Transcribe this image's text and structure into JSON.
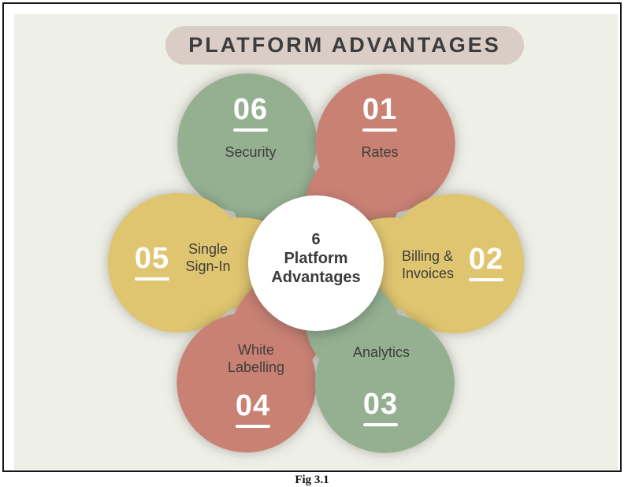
{
  "figure": {
    "title": "PLATFORM ADVANTAGES",
    "caption": "Fig 3.1",
    "center": {
      "count": "6",
      "line2": "Platform",
      "line3": "Advantages"
    },
    "petals": [
      {
        "number": "01",
        "label_lines": [
          "Rates"
        ],
        "color": "#C98174"
      },
      {
        "number": "02",
        "label_lines": [
          "Billing &",
          "Invoices"
        ],
        "color": "#DFC56F"
      },
      {
        "number": "03",
        "label_lines": [
          "Analytics"
        ],
        "color": "#94B091"
      },
      {
        "number": "04",
        "label_lines": [
          "White",
          "Labelling"
        ],
        "color": "#C98174"
      },
      {
        "number": "05",
        "label_lines": [
          "Single",
          "Sign-In"
        ],
        "color": "#DFC56F"
      },
      {
        "number": "06",
        "label_lines": [
          "Security"
        ],
        "color": "#94B091"
      }
    ],
    "colors": {
      "background": "#EEEFE7",
      "title_pill": "#D9CDC5",
      "text_dark": "#3B3B3B",
      "number_text": "#FFFFFF",
      "center_circle": "#FFFFFF"
    }
  }
}
